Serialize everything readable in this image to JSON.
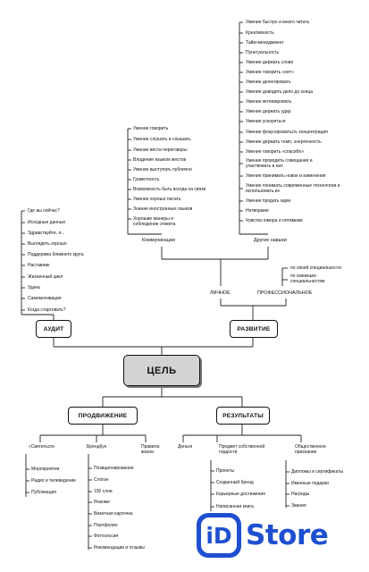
{
  "center": "ЦЕЛЬ",
  "branches": {
    "audit": "АУДИТ",
    "development": "РАЗВИТИЕ",
    "promotion": "ПРОДВИЖЕНИЕ",
    "results": "РЕЗУЛЬТАТЫ"
  },
  "audit_items": [
    "Где вы сейчас?",
    "Исходные данные",
    "Здравствуйте, я...",
    "Выглядеть хорошо",
    "Поддержка ближнего круга",
    "Наставник",
    "Жизненный цикл",
    "Удача",
    "Самомотивация",
    "Когда стартовать?"
  ],
  "development": {
    "personal": "ЛИЧНОЕ",
    "professional": "ПРОФЕССИОНАЛЬНОЕ",
    "prof_items": [
      "по своей специальности",
      "по смежным специальностям"
    ],
    "communication_title": "Коммуникации",
    "communication_items": [
      "Умение говорить",
      "Умение слушать и слышать",
      "Умение вести переговоры",
      "Владение языком жестов",
      "Умение выступать публично",
      "Грамотность",
      "Возможность быть всегда на связи",
      "Умение хорошо писать",
      "Знание иностранных языков",
      "Хорошие манеры и соблюдение этикета"
    ],
    "other_title": "Другие навыки",
    "other_items": [
      "Умение быстро и много читать",
      "Креативность",
      "Тайм-менеджмент",
      "Пунктуальность",
      "Умение держать слово",
      "Умение говорить «нет»",
      "Умение делегировать",
      "Умение доводить дело до конца",
      "Умение мотивировать",
      "Умение держать удар",
      "Умение ускоряться",
      "Умение фокусироваться, концентрация",
      "Умение держать темп, энергичность",
      "Умение говорить «спасибо»",
      "Умение проводить совещания и участвовать в них",
      "Умение принимать новое и изменения",
      "Умение понимать современные технологии и использовать их",
      "Умение продать идеи",
      "Нетворкинг",
      "Чувство юмора и оптимизм"
    ]
  },
  "promotion": {
    "shine": "«Светиться»",
    "shine_items": [
      "Мероприятия",
      "Радио и телевидение",
      "Публикация"
    ],
    "brandbook": "Брендбук",
    "brandbook_items": [
      "Позиционирование",
      "Слоган",
      "100 слов",
      "Резюме",
      "Визитная карточка",
      "Портфолио",
      "Фотосессия",
      "Рекомендации и отзывы"
    ],
    "rules": "Правила жизни"
  },
  "results": {
    "money": "Деньги",
    "pride": "Предмет собственной гордости",
    "pride_items": [
      "Проекты",
      "Созданный бренд",
      "Карьерные достижения",
      "Написанная книга"
    ],
    "recognition": "Общественное признание",
    "recognition_items": [
      "Дипломы и сертификаты",
      "Именные подарки",
      "Награды",
      "Звания"
    ]
  },
  "logo": {
    "badge": "iD",
    "word": "Store",
    "color": "#1e4fd0"
  }
}
